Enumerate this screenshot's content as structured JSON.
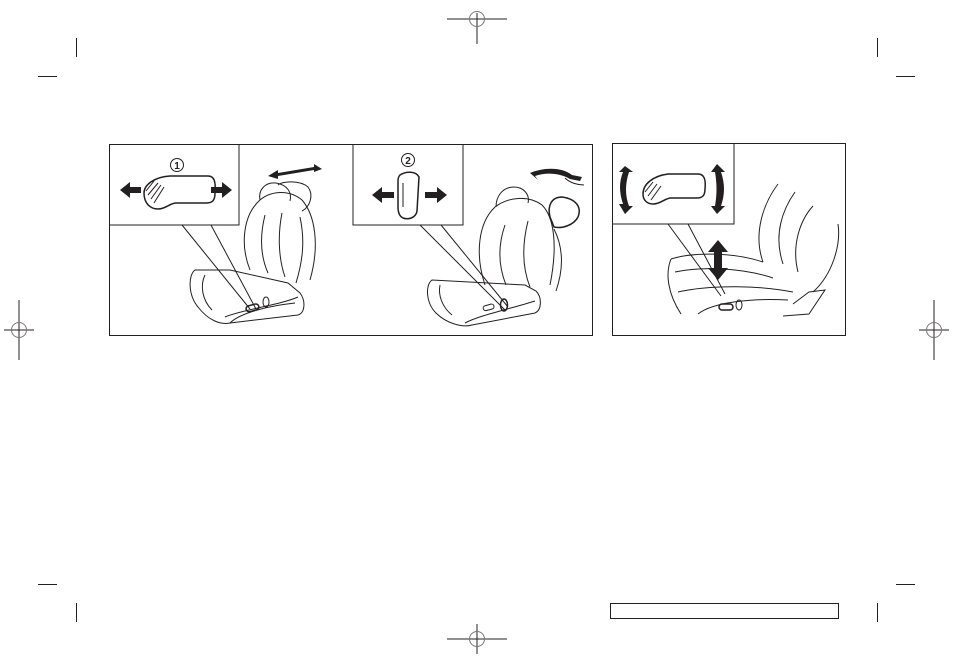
{
  "page": {
    "background": "#ffffff",
    "ink_color": "#231f20"
  },
  "figures": [
    {
      "id": "seat-slide",
      "callout_label": "①",
      "control": "slide-lever",
      "motion": "forward-backward",
      "caption": ""
    },
    {
      "id": "seatback-recline",
      "callout_label": "②",
      "control": "recline-switch",
      "motion": "forward-backward",
      "caption": ""
    },
    {
      "id": "seat-lifter",
      "callout_label": "",
      "control": "lifter-switch",
      "motion": "up-down",
      "caption": ""
    }
  ],
  "footer": {
    "page_label": ""
  }
}
